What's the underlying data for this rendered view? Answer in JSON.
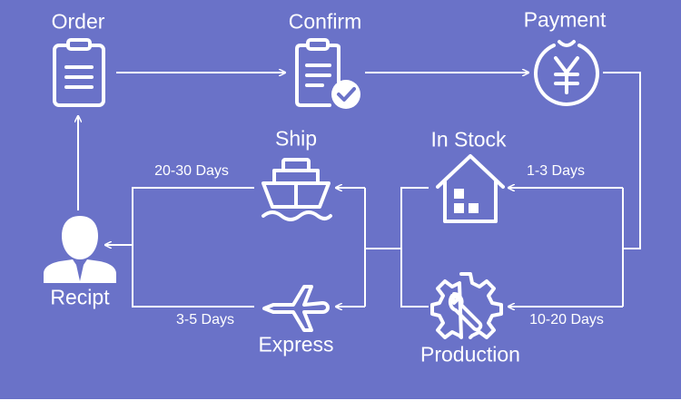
{
  "nodes": {
    "order": "Order",
    "confirm": "Confirm",
    "payment": "Payment",
    "in_stock": "In Stock",
    "ship": "Ship",
    "receipt": "Recipt",
    "express": "Express",
    "production": "Production"
  },
  "edges": {
    "in_stock_time": "1-3 Days",
    "production_time": "10-20 Days",
    "ship_time": "20-30 Days",
    "express_time": "3-5 Days"
  },
  "colors": {
    "background": "#6a72c8",
    "foreground": "#ffffff",
    "footer": "#ffffff"
  },
  "icons": [
    "clipboard-icon",
    "clipboard-check-icon",
    "yuan-coin-icon",
    "house-icon",
    "ship-icon",
    "person-icon",
    "airplane-icon",
    "gear-wrench-icon"
  ]
}
